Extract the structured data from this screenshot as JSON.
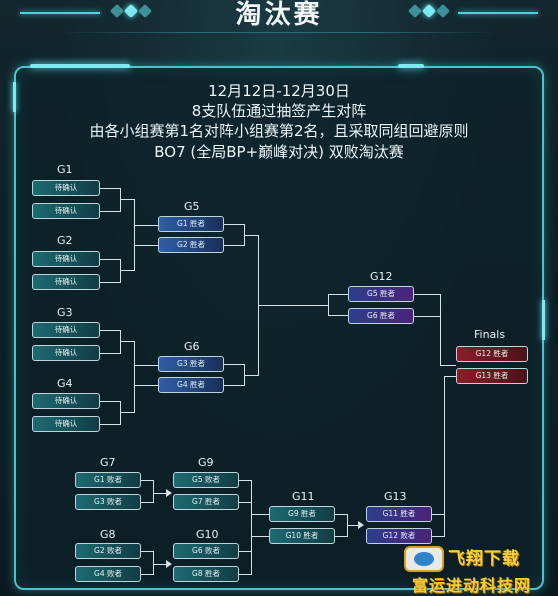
{
  "header": {
    "title": "淘汰赛"
  },
  "info": {
    "line1": "12月12日-12月30日",
    "line2": "8支队伍通过抽签产生对阵",
    "line3": "由各小组赛第1名对阵小组赛第2名，且采取同组回避原则",
    "line4": "BO7 (全局BP+巅峰对决) 双败淘汰赛"
  },
  "matches": {
    "G1": {
      "label": "G1",
      "slots": [
        "待确认",
        "待确认"
      ]
    },
    "G2": {
      "label": "G2",
      "slots": [
        "待确认",
        "待确认"
      ]
    },
    "G3": {
      "label": "G3",
      "slots": [
        "待确认",
        "待确认"
      ]
    },
    "G4": {
      "label": "G4",
      "slots": [
        "待确认",
        "待确认"
      ]
    },
    "G5": {
      "label": "G5",
      "slots": [
        "G1 胜者",
        "G2 胜者"
      ]
    },
    "G6": {
      "label": "G6",
      "slots": [
        "G3 胜者",
        "G4 胜者"
      ]
    },
    "G12": {
      "label": "G12",
      "slots": [
        "G5 胜者",
        "G6 胜者"
      ]
    },
    "Finals": {
      "label": "Finals",
      "slots": [
        "G12 胜者",
        "G13 胜者"
      ]
    },
    "G7": {
      "label": "G7",
      "slots": [
        "G1 败者",
        "G3 败者"
      ]
    },
    "G8": {
      "label": "G8",
      "slots": [
        "G2 败者",
        "G4 败者"
      ]
    },
    "G9": {
      "label": "G9",
      "slots": [
        "G5 败者",
        "G7 胜者"
      ]
    },
    "G10": {
      "label": "G10",
      "slots": [
        "G6 败者",
        "G8 胜者"
      ]
    },
    "G11": {
      "label": "G11",
      "slots": [
        "G9 胜者",
        "G10 胜者"
      ]
    },
    "G13": {
      "label": "G13",
      "slots": [
        "G11 胜者",
        "G12 败者"
      ]
    }
  },
  "watermark": {
    "line1": "飞翔下载",
    "line2": "富运进动科技网"
  },
  "colors": {
    "accent": "#4ac3cf",
    "slot_teal": "#1d6a72",
    "slot_blue": "#2e5fa8",
    "slot_purple": "#4a2379",
    "slot_red": "#8c1d2a"
  }
}
